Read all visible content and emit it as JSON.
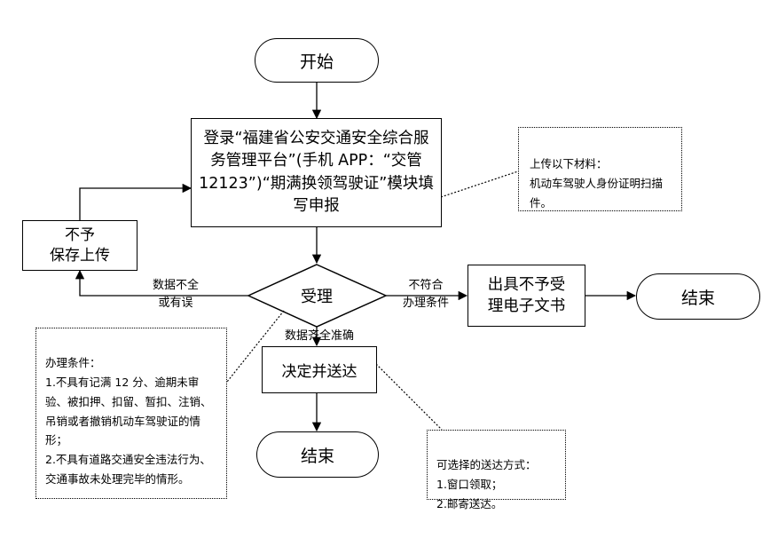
{
  "nodes": {
    "start": "开始",
    "login": "登录“福建省公安交通安全综合服务管理平台”(手机 APP：“交管 12123”)“期满换领驾驶证”模块填写申报",
    "no_save": "不予\n保存上传",
    "accept": "受理",
    "reject_doc": "出具不予受\n理电子文书",
    "end_right": "结束",
    "decide": "决定并送达",
    "end_bottom": "结束"
  },
  "notes": {
    "upload": "上传以下材料：\n机动车驾驶人身份证明扫描件。",
    "conditions": "办理条件：\n1.不具有记满 12 分、逾期未审验、被扣押、扣留、暂扣、注销、吊销或者撤销机动车驾驶证的情形；\n2.不具有道路交通安全违法行为、交通事故未处理完毕的情形。",
    "delivery": "可选择的送达方式：\n1.窗口领取；\n2.邮寄送达。"
  },
  "edge_labels": {
    "incomplete": "数据不全\n或有误",
    "not_meet": "不符合\n办理条件",
    "complete": "数据齐全准确"
  }
}
